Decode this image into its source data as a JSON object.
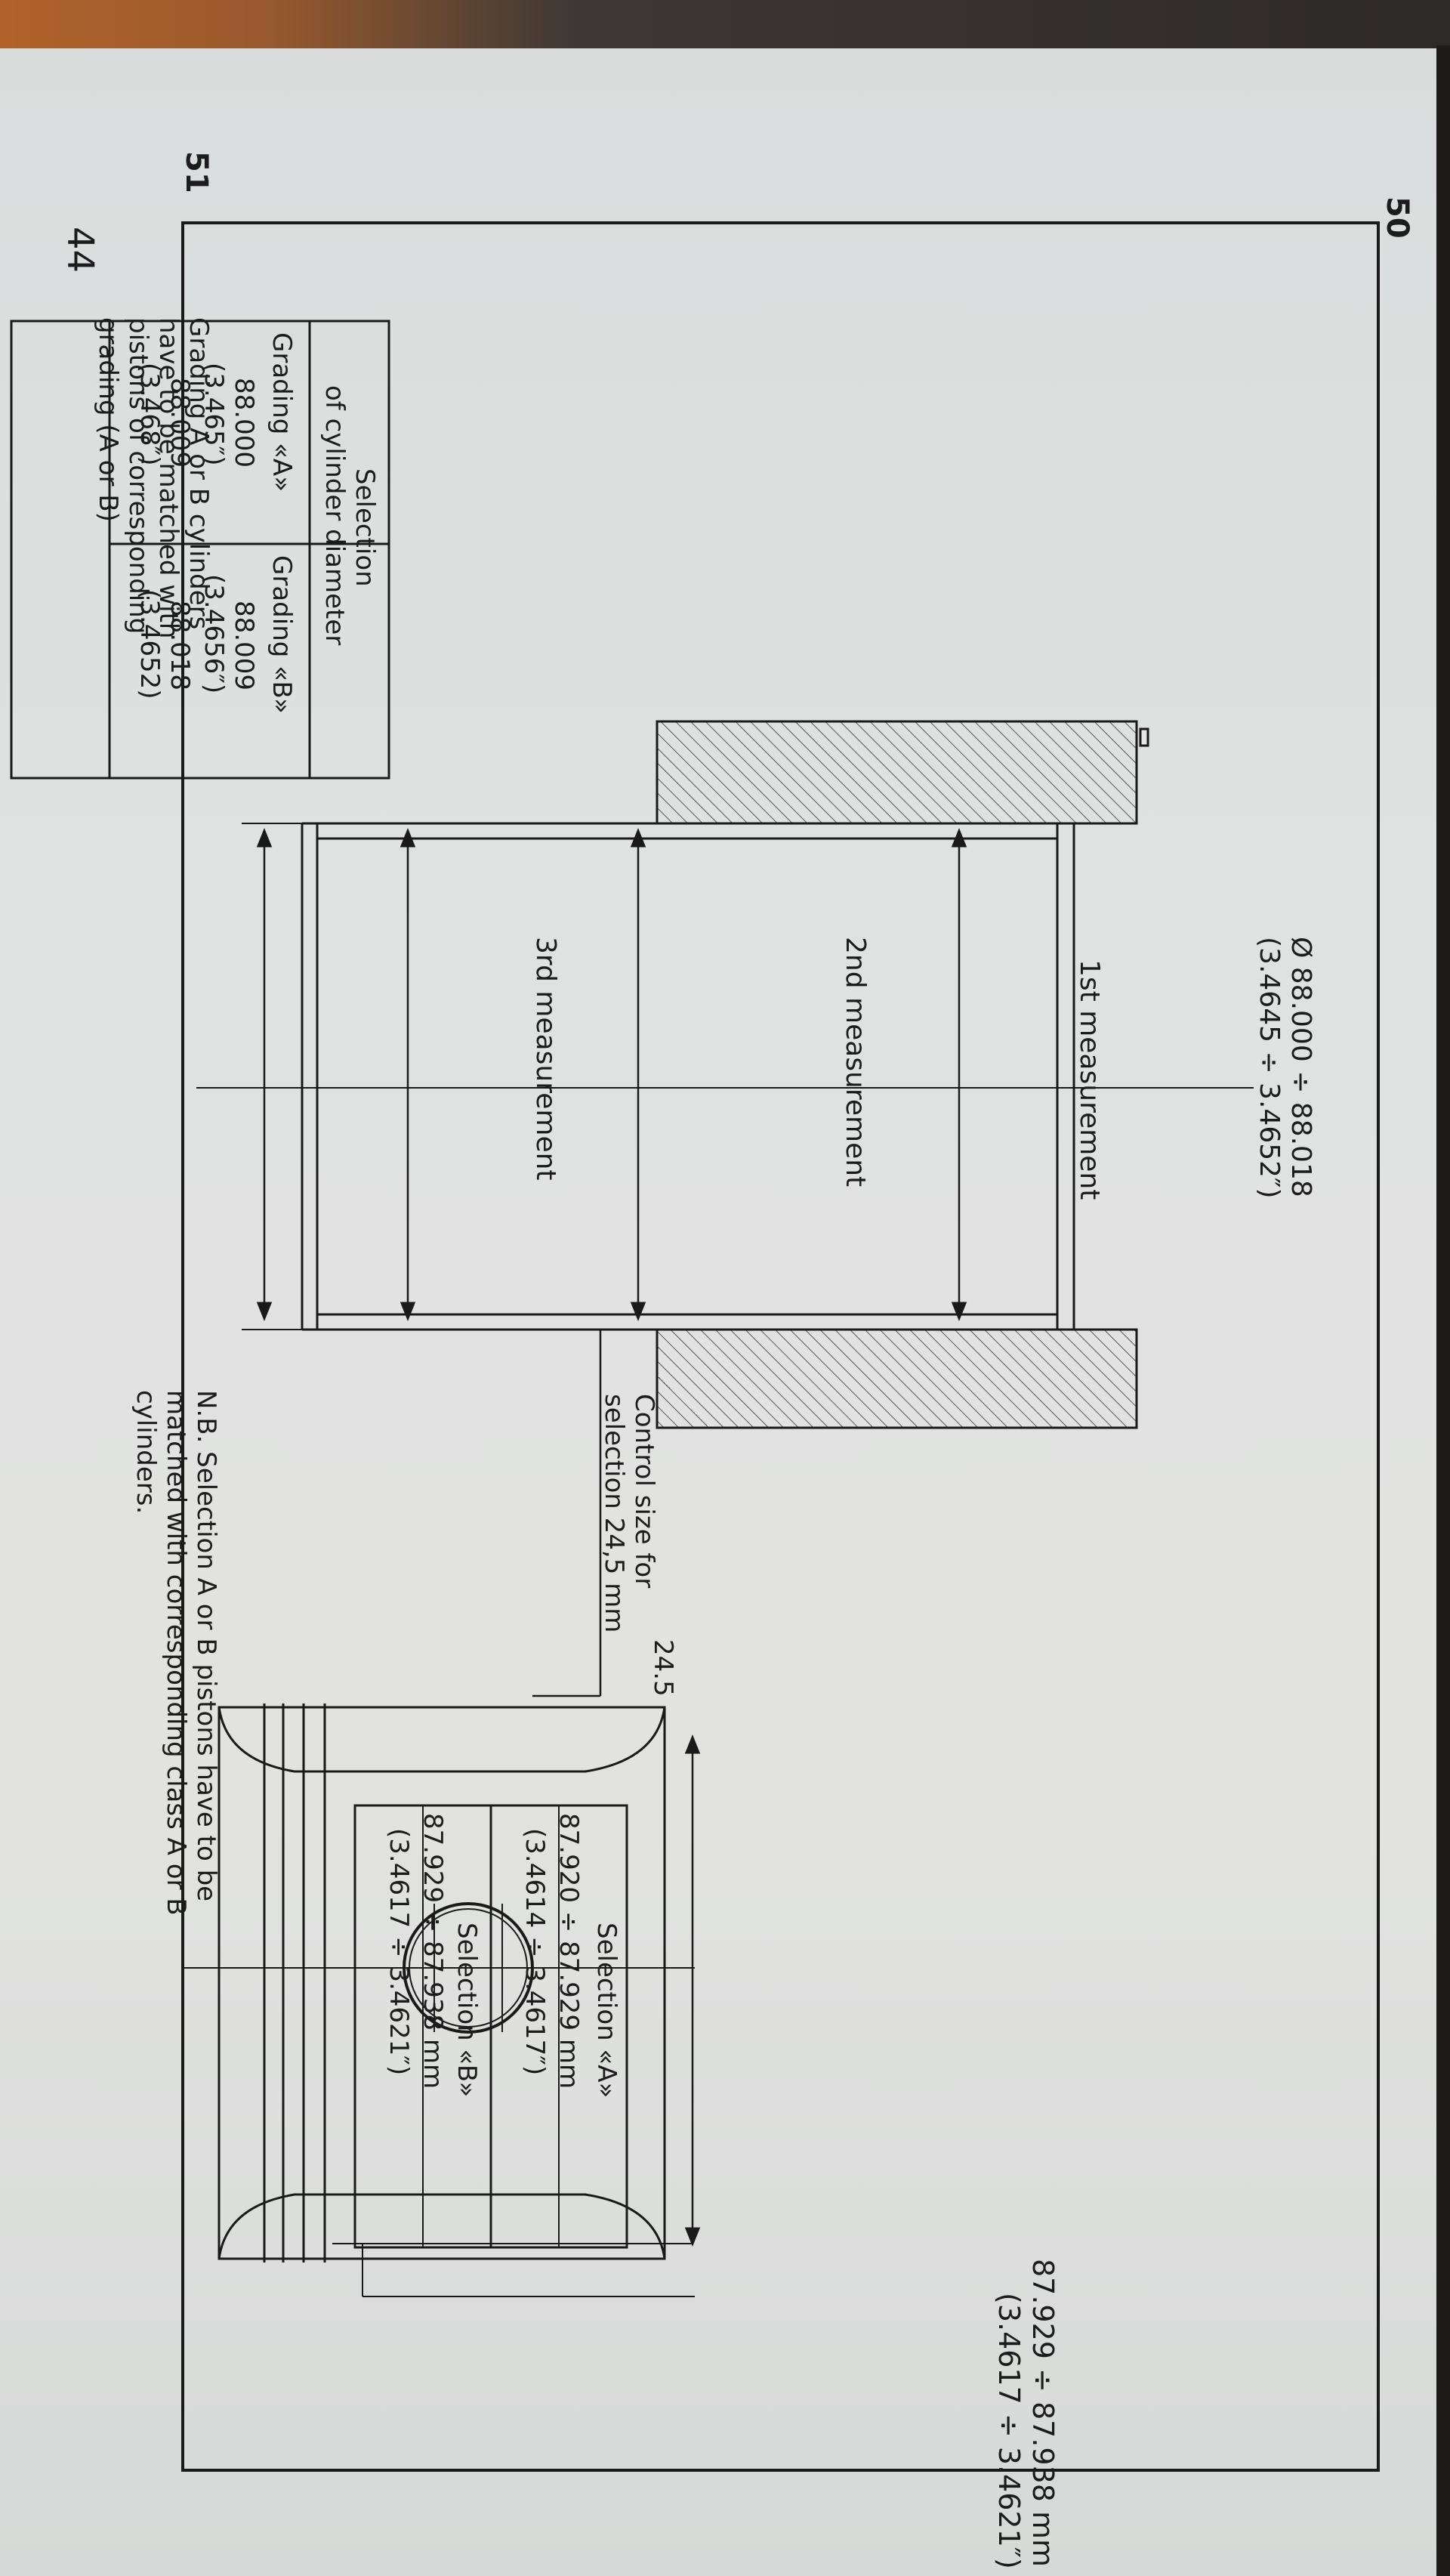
{
  "page_numbers": {
    "top": "50",
    "middle": "51",
    "bottom": "44"
  },
  "cylinder": {
    "diameter_mm": "Ø 88.000 ÷ 88.018",
    "diameter_in": "(3.4645 ÷ 3.4652″)",
    "measurement_1": "1st measurement",
    "measurement_2": "2nd measurement",
    "measurement_3": "3rd measurement",
    "control_line1": "Control size for",
    "control_line2": "selection 24,5 mm"
  },
  "cylinder_table": {
    "title_line1": "Selection",
    "title_line2": "of cylinder diameter",
    "columns": [
      {
        "header": "Grading «A»",
        "val1": "88.000",
        "val1_in": "(3.465″)",
        "val2": "88.009",
        "val2_in": "(3.468″)"
      },
      {
        "header": "Grading «B»",
        "val1": "88.009",
        "val1_in": "(3.4656″)",
        "val2": "88.018",
        "val2_in": "(3.4652)"
      }
    ]
  },
  "cylinder_note": [
    "Grading A or B cylinders",
    "have to be matched with",
    "pistons of corresponding",
    "grading (A or B)"
  ],
  "piston": {
    "control_dim": "24.5",
    "diameter_mm": "87.929 ÷ 87.938 mm",
    "diameter_in": "(3.4617 ÷ 3.4621″)"
  },
  "piston_table": {
    "sel_a_title": "Selection «A»",
    "sel_a_mm": "87.920 ÷ 87.929 mm",
    "sel_a_in": "(3.4614 ÷ 3.4617″)",
    "sel_b_title": "Selection «B»",
    "sel_b_mm": "87.929 ÷ 87.938 mm",
    "sel_b_in": "(3.4617 ÷ 3.4621″)"
  },
  "piston_note": [
    "N.B. Selection A or B pistons have to be",
    "matched with corresponding class A or B",
    "cylinders."
  ]
}
